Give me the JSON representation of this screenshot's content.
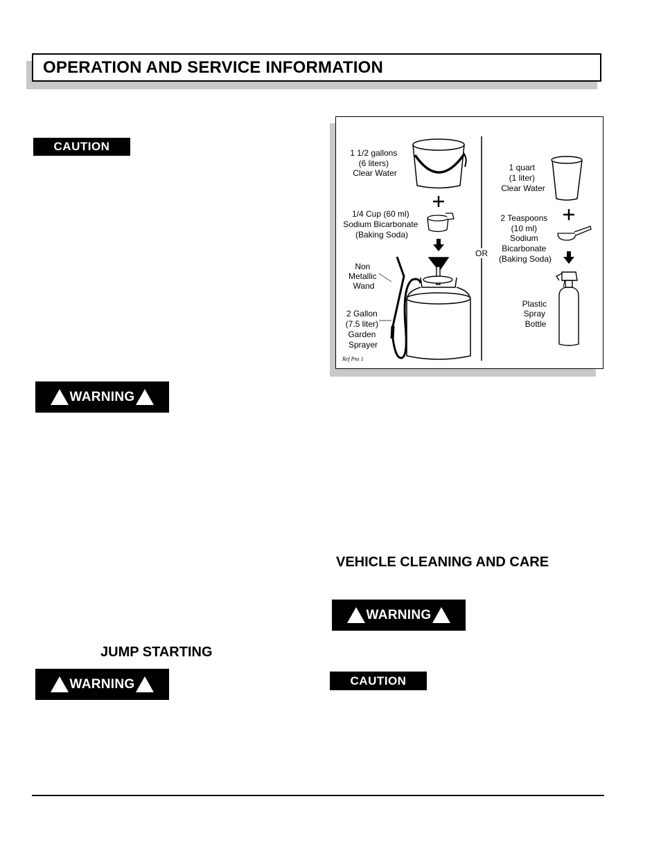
{
  "header": {
    "title": "OPERATION AND SERVICE INFORMATION"
  },
  "labels": {
    "caution": "CAUTION",
    "warning": "WARNING"
  },
  "headings": {
    "vehicle_cleaning": "VEHICLE CLEANING AND CARE",
    "jump_starting": "JUMP STARTING"
  },
  "figure": {
    "left": {
      "water": [
        "1 1/2 gallons",
        "(6 liters)",
        "Clear Water"
      ],
      "soda": [
        "1/4 Cup (60 ml)",
        "Sodium Bicarbonate",
        "(Baking Soda)"
      ],
      "wand": [
        "Non",
        "Metallic",
        "Wand"
      ],
      "sprayer": [
        "2 Gallon",
        "(7.5 liter)",
        "Garden",
        "Sprayer"
      ]
    },
    "or": "OR",
    "right": {
      "water": [
        "1 quart",
        "(1 liter)",
        "Clear Water"
      ],
      "soda": [
        "2 Teaspoons",
        "(10 ml)",
        "Sodium",
        "Bicarbonate",
        "(Baking Soda)"
      ],
      "bottle": [
        "Plastic",
        "Spray",
        "Bottle"
      ]
    },
    "ref": "Ref Pns 1"
  }
}
